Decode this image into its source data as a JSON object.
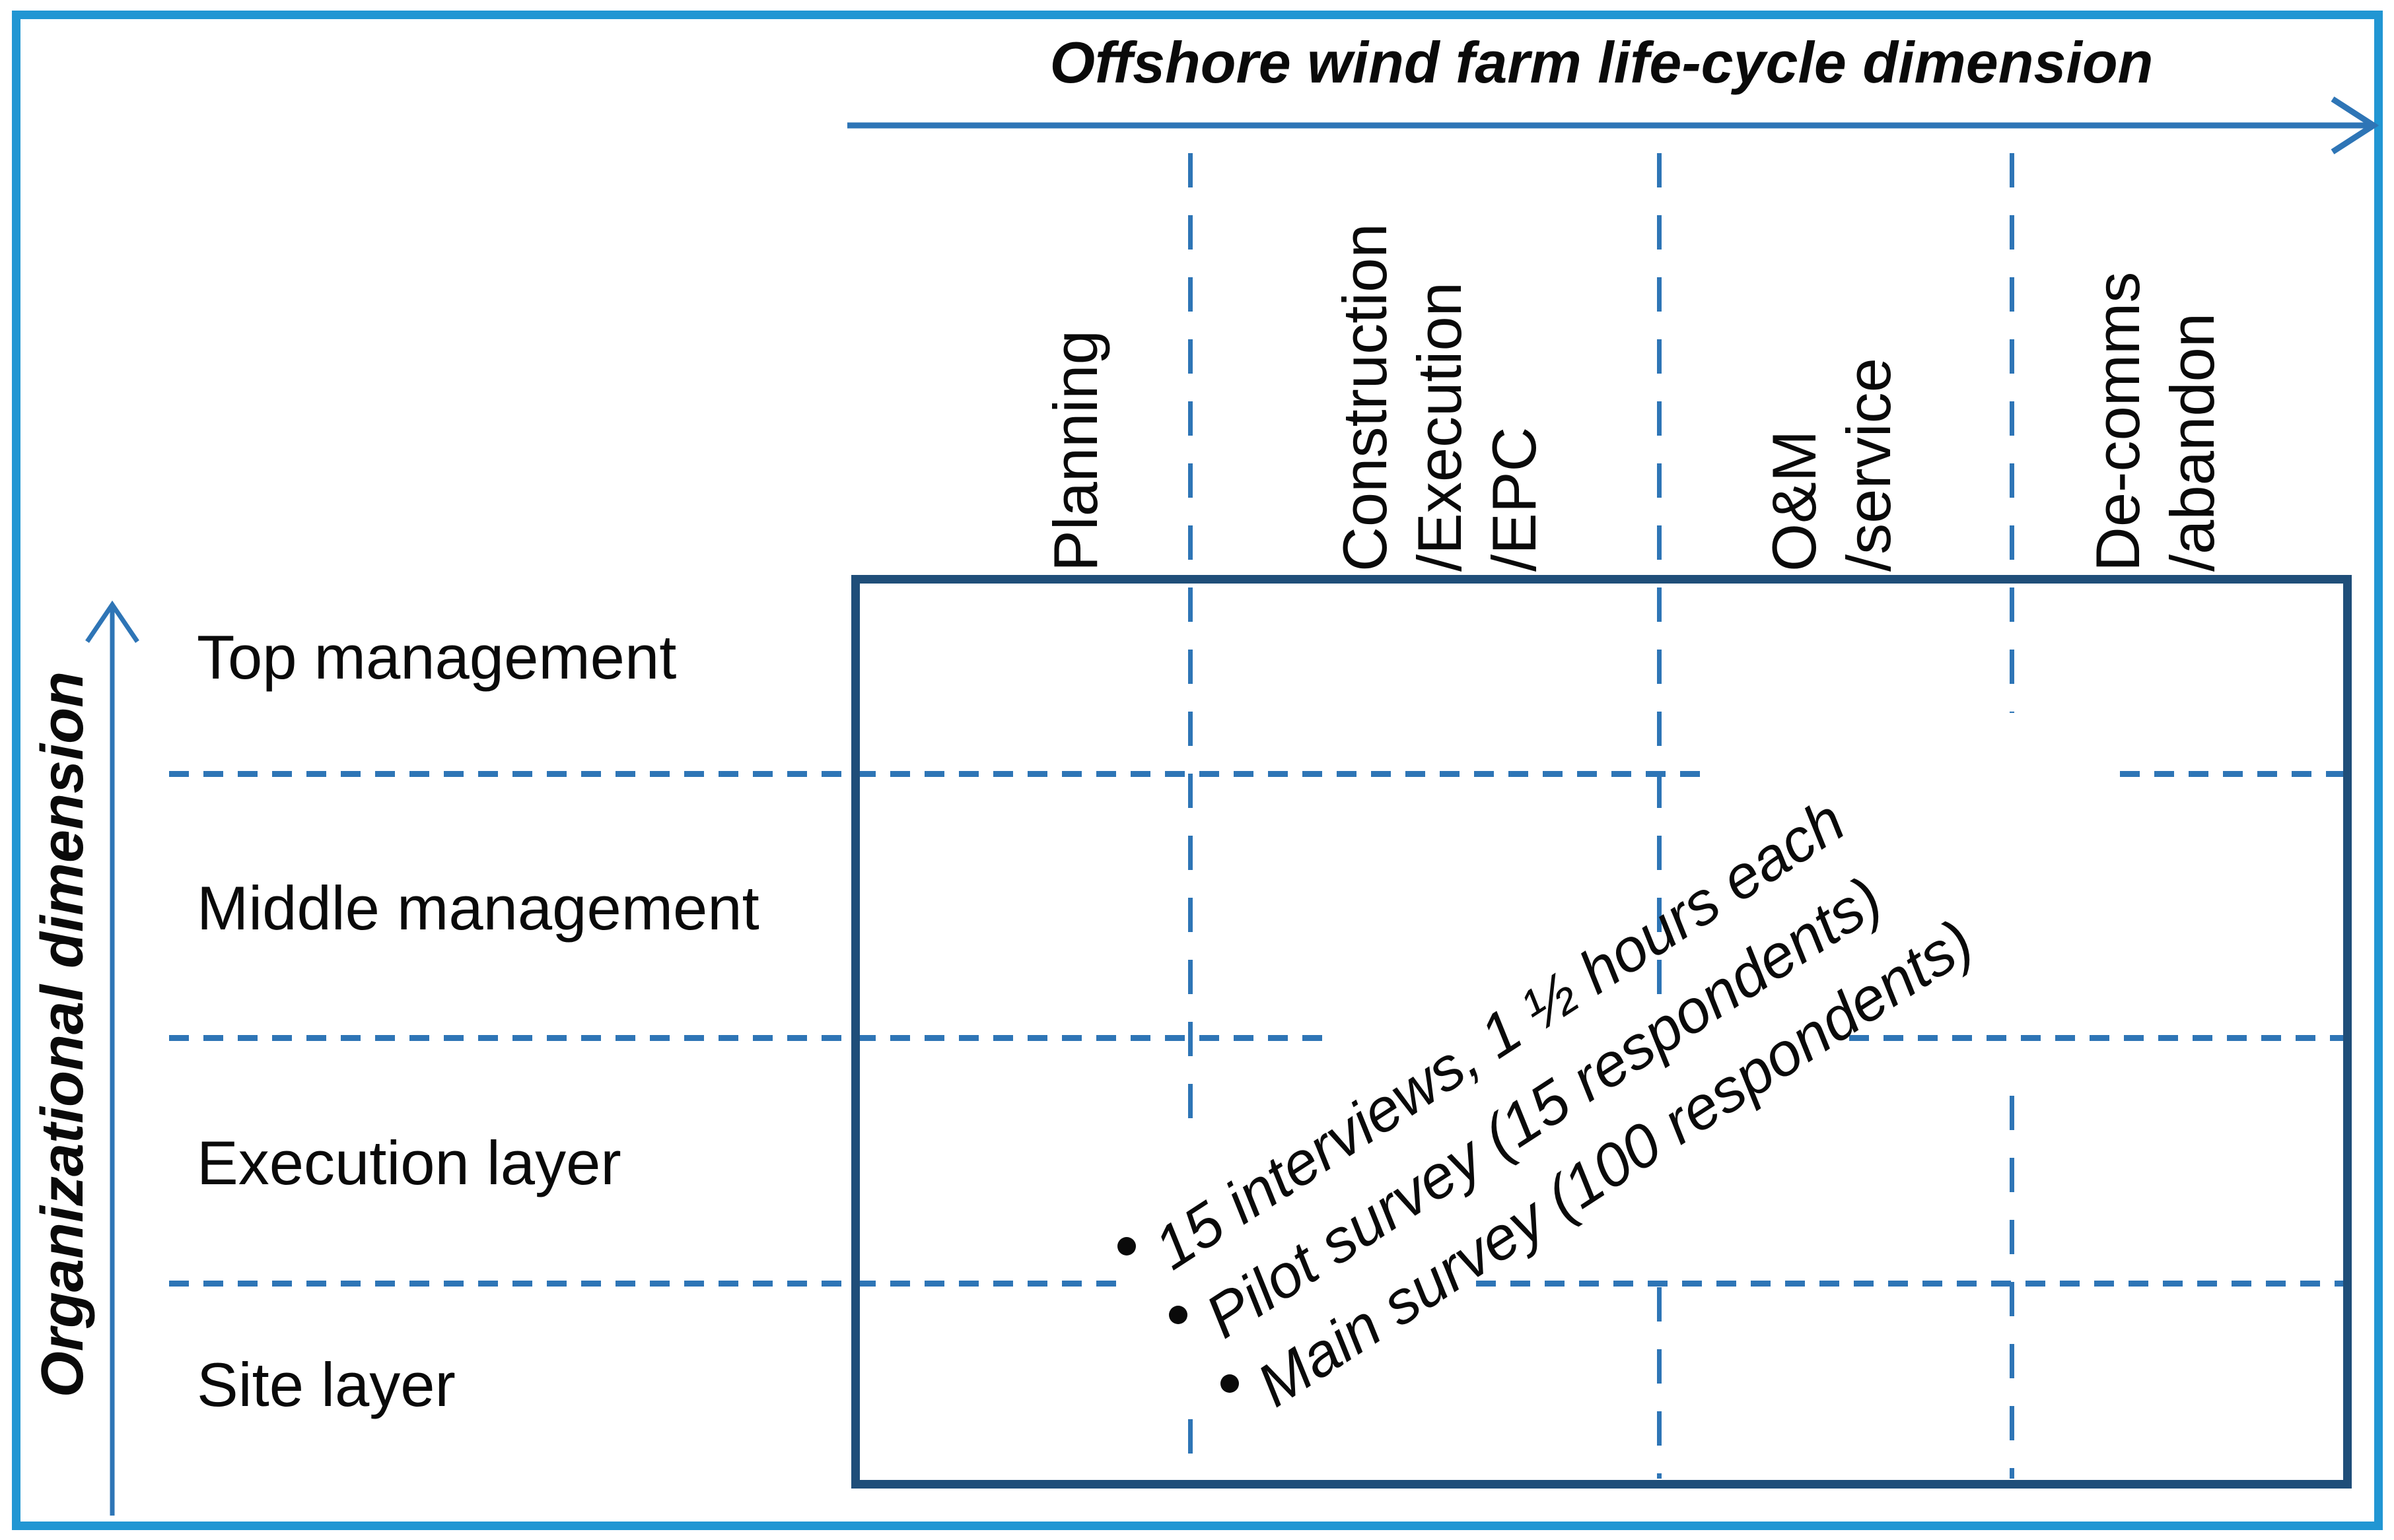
{
  "figure": {
    "x_axis_title": "Offshore wind farm life-cycle dimension",
    "y_axis_title": "Organizational dimension"
  },
  "columns": [
    {
      "lines": [
        "Planning"
      ]
    },
    {
      "lines": [
        "Construction",
        "/Execution",
        "/EPC"
      ]
    },
    {
      "lines": [
        "O&M",
        "/service"
      ]
    },
    {
      "lines": [
        "De-comms",
        "/abandon"
      ]
    }
  ],
  "rows": [
    {
      "label": "Top management"
    },
    {
      "label": "Middle management"
    },
    {
      "label": "Execution layer"
    },
    {
      "label": "Site layer"
    }
  ],
  "annotations": [
    {
      "text": "15 interviews, 1 ½ hours each"
    },
    {
      "text": "Pilot survey (15 respondents)"
    },
    {
      "text": "Main survey (100 respondents)"
    }
  ],
  "colors": {
    "outer_frame": "#2196d3",
    "matrix_border": "#1f4e79",
    "dashed_line": "#2e75b6",
    "arrow": "#2e75b6",
    "text": "#0a0a0a"
  }
}
